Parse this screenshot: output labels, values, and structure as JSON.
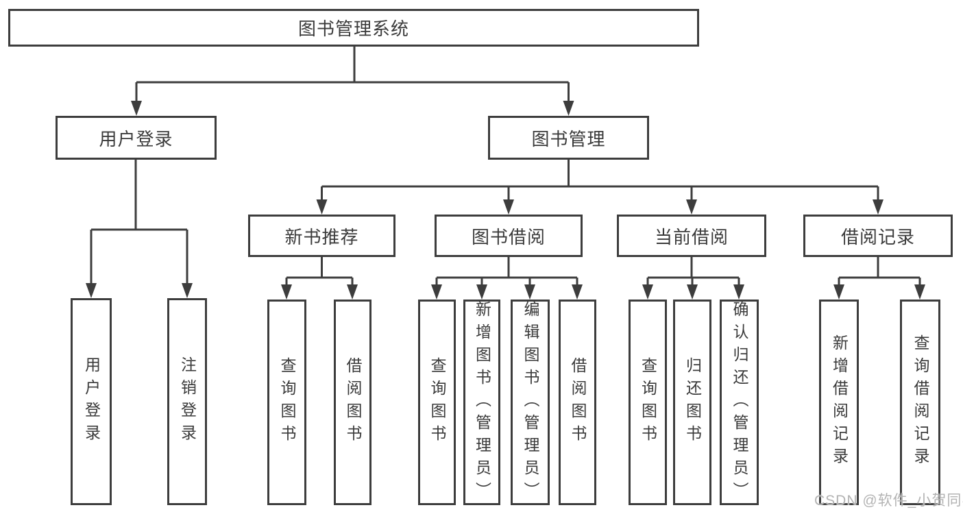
{
  "tree": {
    "root": {
      "label": "图书管理系统"
    },
    "children": [
      {
        "label": "用户登录",
        "children": [
          {
            "label": "用户登录"
          },
          {
            "label": "注销登录"
          }
        ]
      },
      {
        "label": "图书管理",
        "children": [
          {
            "label": "新书推荐",
            "children": [
              {
                "label": "查询图书"
              },
              {
                "label": "借阅图书"
              }
            ]
          },
          {
            "label": "图书借阅",
            "children": [
              {
                "label": "查询图书"
              },
              {
                "label": "新增图书（管理员）"
              },
              {
                "label": "编辑图书（管理员）"
              },
              {
                "label": "借阅图书"
              }
            ]
          },
          {
            "label": "当前借阅",
            "children": [
              {
                "label": "查询图书"
              },
              {
                "label": "归还图书"
              },
              {
                "label": "确认归还（管理员）"
              }
            ]
          },
          {
            "label": "借阅记录",
            "children": [
              {
                "label": "新增借阅记录"
              },
              {
                "label": "查询借阅记录"
              }
            ]
          }
        ]
      }
    ]
  },
  "watermark": {
    "text": "CSDN @软件_小贺同学"
  },
  "colors": {
    "line": "#3d3d3d",
    "text": "#3a3a3a",
    "background": "#ffffff",
    "watermark": "#b3b3b3"
  }
}
